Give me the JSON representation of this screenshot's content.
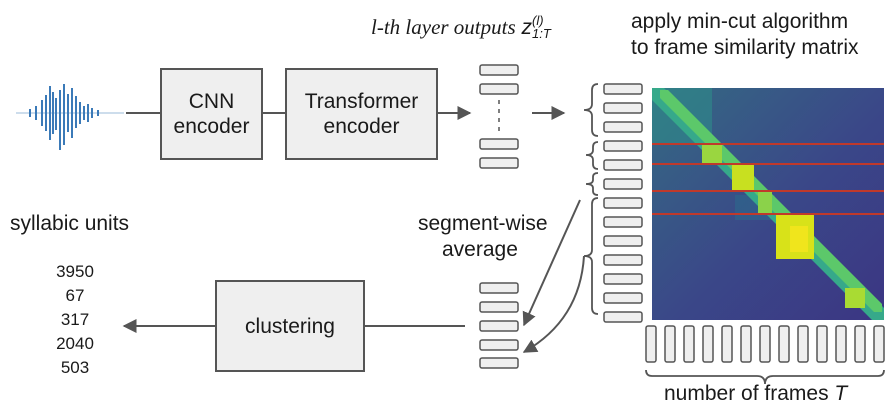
{
  "labels": {
    "layer_outputs": "l-th layer outputs",
    "layer_outputs_var": "z",
    "layer_outputs_sup": "(l)",
    "layer_outputs_sub": "1:T",
    "mincut_line1": "apply min-cut algorithm",
    "mincut_line2": "to frame similarity matrix",
    "segment_line1": "segment-wise",
    "segment_line2": "average",
    "syllabic_units": "syllabic units",
    "number_of_frames": "number of frames",
    "number_of_frames_var": "T"
  },
  "boxes": {
    "cnn_line1": "CNN",
    "cnn_line2": "encoder",
    "transformer_line1": "Transformer",
    "transformer_line2": "encoder",
    "clustering": "clustering"
  },
  "units": [
    "3950",
    "67",
    "317",
    "2040",
    "503"
  ],
  "colors": {
    "box_fill": "#efefef",
    "box_border": "#555555",
    "waveform": "#3b7ab8",
    "arrow": "#555555",
    "cut_lines": "#c0392b"
  }
}
